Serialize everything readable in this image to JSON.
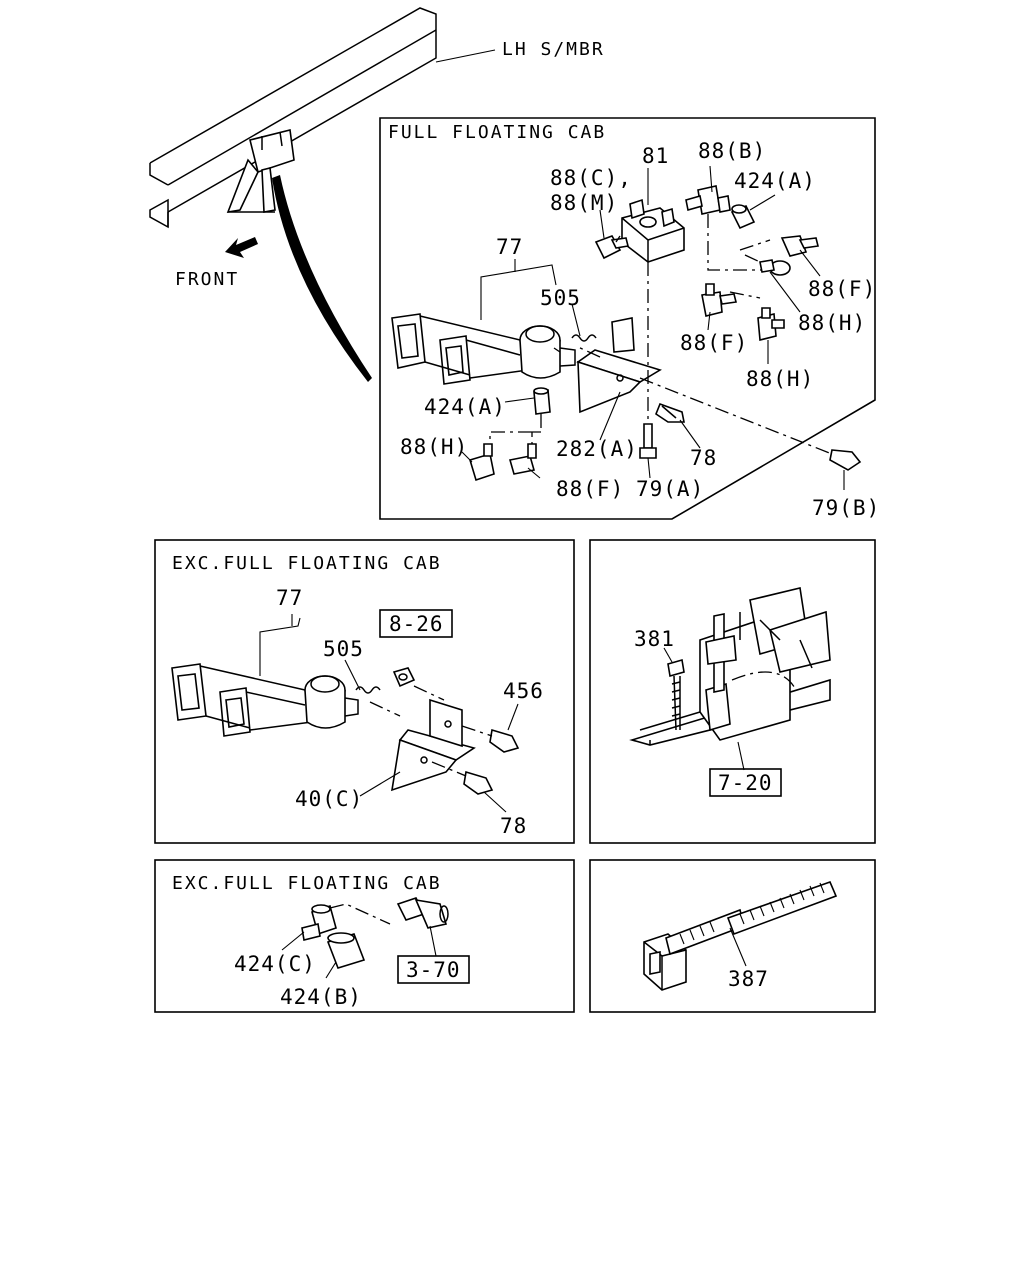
{
  "frame_label": "LH S/MBR",
  "front_label": "FRONT",
  "panels": {
    "full_floating": {
      "title": "FULL FLOATING CAB",
      "callouts": [
        "81",
        "88(B)",
        "88(C),",
        "88(M)",
        "424(A)",
        "77",
        "505",
        "88(F)",
        "88(H)",
        "88(F)",
        "88(H)",
        "424(A)",
        "88(H)",
        "282(A)",
        "78",
        "88(F)",
        "79(A)",
        "79(B)"
      ]
    },
    "exc_bracket": {
      "title": "EXC.FULL FLOATING CAB",
      "callouts": [
        "77",
        "505",
        "456",
        "40(C)",
        "78"
      ],
      "ref_box": "8-26"
    },
    "mount_381": {
      "callouts": [
        "381"
      ],
      "ref_box": "7-20"
    },
    "exc_fittings": {
      "title": "EXC.FULL FLOATING CAB",
      "callouts": [
        "424(C)",
        "424(B)"
      ],
      "ref_box": "3-70"
    },
    "clip_387": {
      "callouts": [
        "387"
      ]
    }
  }
}
